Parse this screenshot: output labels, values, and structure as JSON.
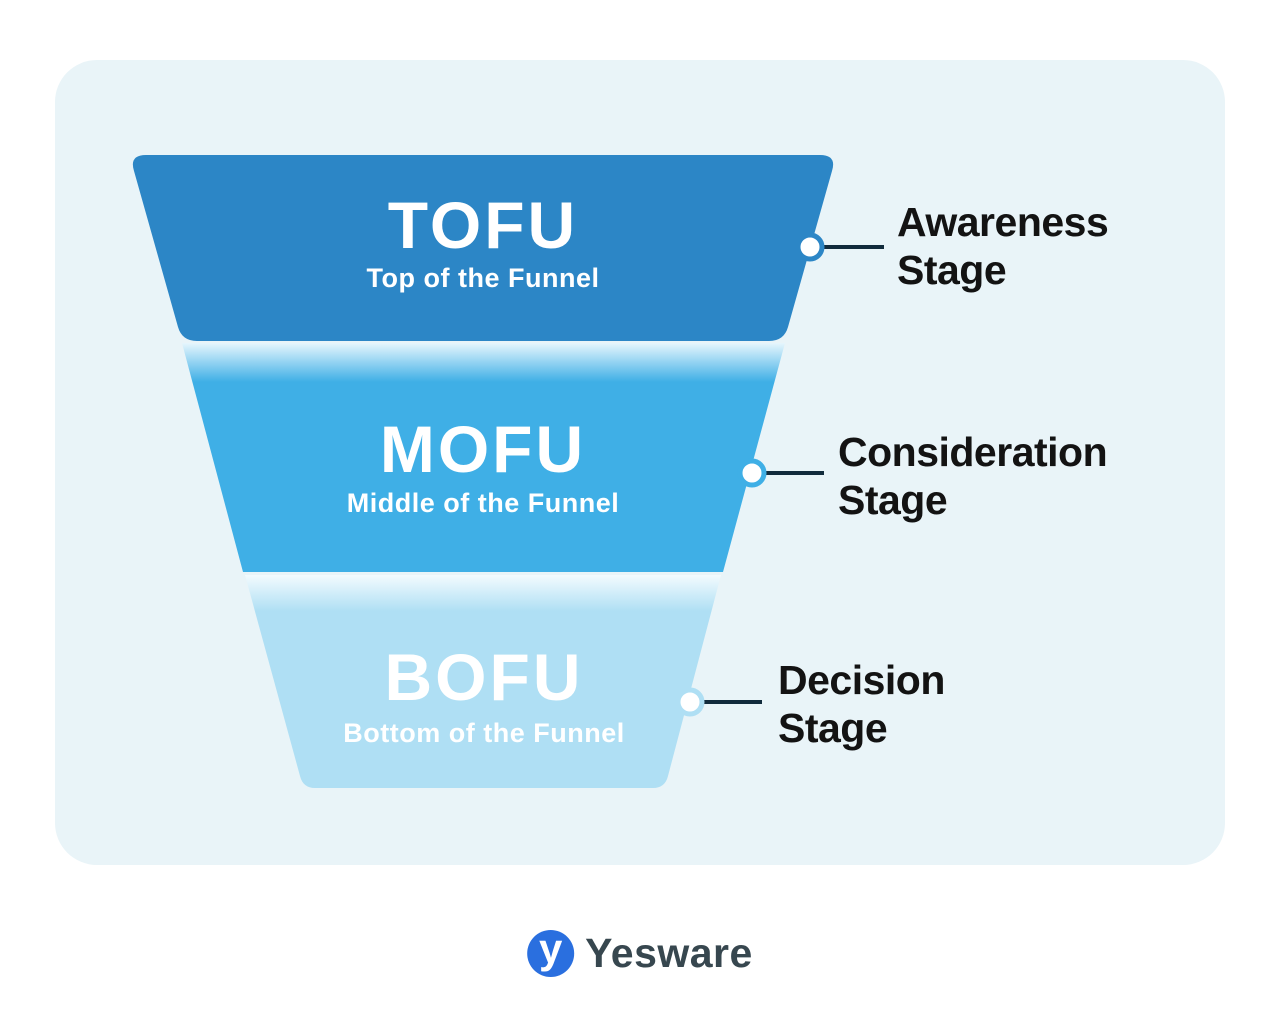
{
  "page": {
    "background": "#ffffff"
  },
  "card": {
    "background": "#e9f4f8"
  },
  "funnel": {
    "connector_color": "#112b3c",
    "stages": [
      {
        "acronym": "TOFU",
        "name": "Top of the Funnel",
        "color": "#2c86c6",
        "label_line1": "Awareness",
        "label_line2": "Stage"
      },
      {
        "acronym": "MOFU",
        "name": "Middle of the Funnel",
        "color": "#3fafe6",
        "label_line1": "Consideration",
        "label_line2": "Stage"
      },
      {
        "acronym": "BOFU",
        "name": "Bottom of the Funnel",
        "color": "#afdff4",
        "label_line1": "Decision",
        "label_line2": "Stage"
      }
    ]
  },
  "logo": {
    "text": "Yesware",
    "mark": "y",
    "circle_color": "#2a6fdf",
    "text_color": "#37474f"
  }
}
